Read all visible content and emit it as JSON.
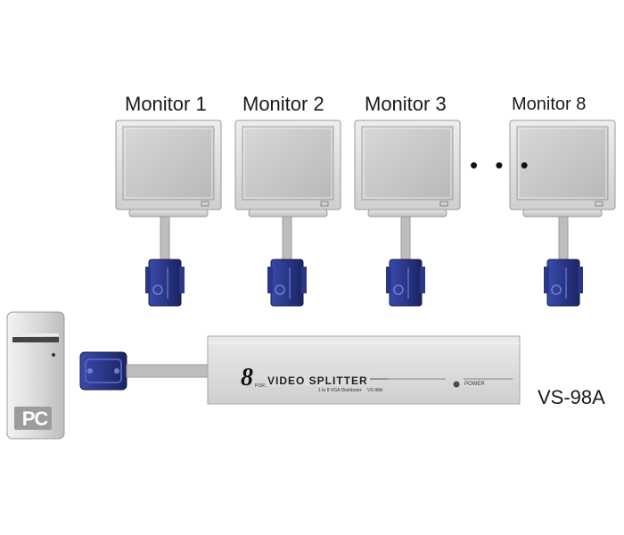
{
  "monitors": [
    {
      "label": "Monitor 1"
    },
    {
      "label": "Monitor 2"
    },
    {
      "label": "Monitor 3"
    },
    {
      "label": "Monitor 8"
    }
  ],
  "ellipsis": "• • •",
  "pc": {
    "badge": "PC"
  },
  "splitter": {
    "brand_number": "8",
    "brand_small": "PORT",
    "title": "VIDEO SPLITTER",
    "subtitle": "1 to 8 VGA Distributor",
    "model_tag": "VS-98A",
    "power_label": "POWER"
  },
  "model_label": "VS-98A",
  "colors": {
    "monitor_body": "#d9d9d9",
    "monitor_screen": "#c8c8c8",
    "connector": "#2f3c8f",
    "connector_dark": "#1c2460",
    "cable": "#bdbdbd",
    "splitter_body": "#dedede"
  }
}
